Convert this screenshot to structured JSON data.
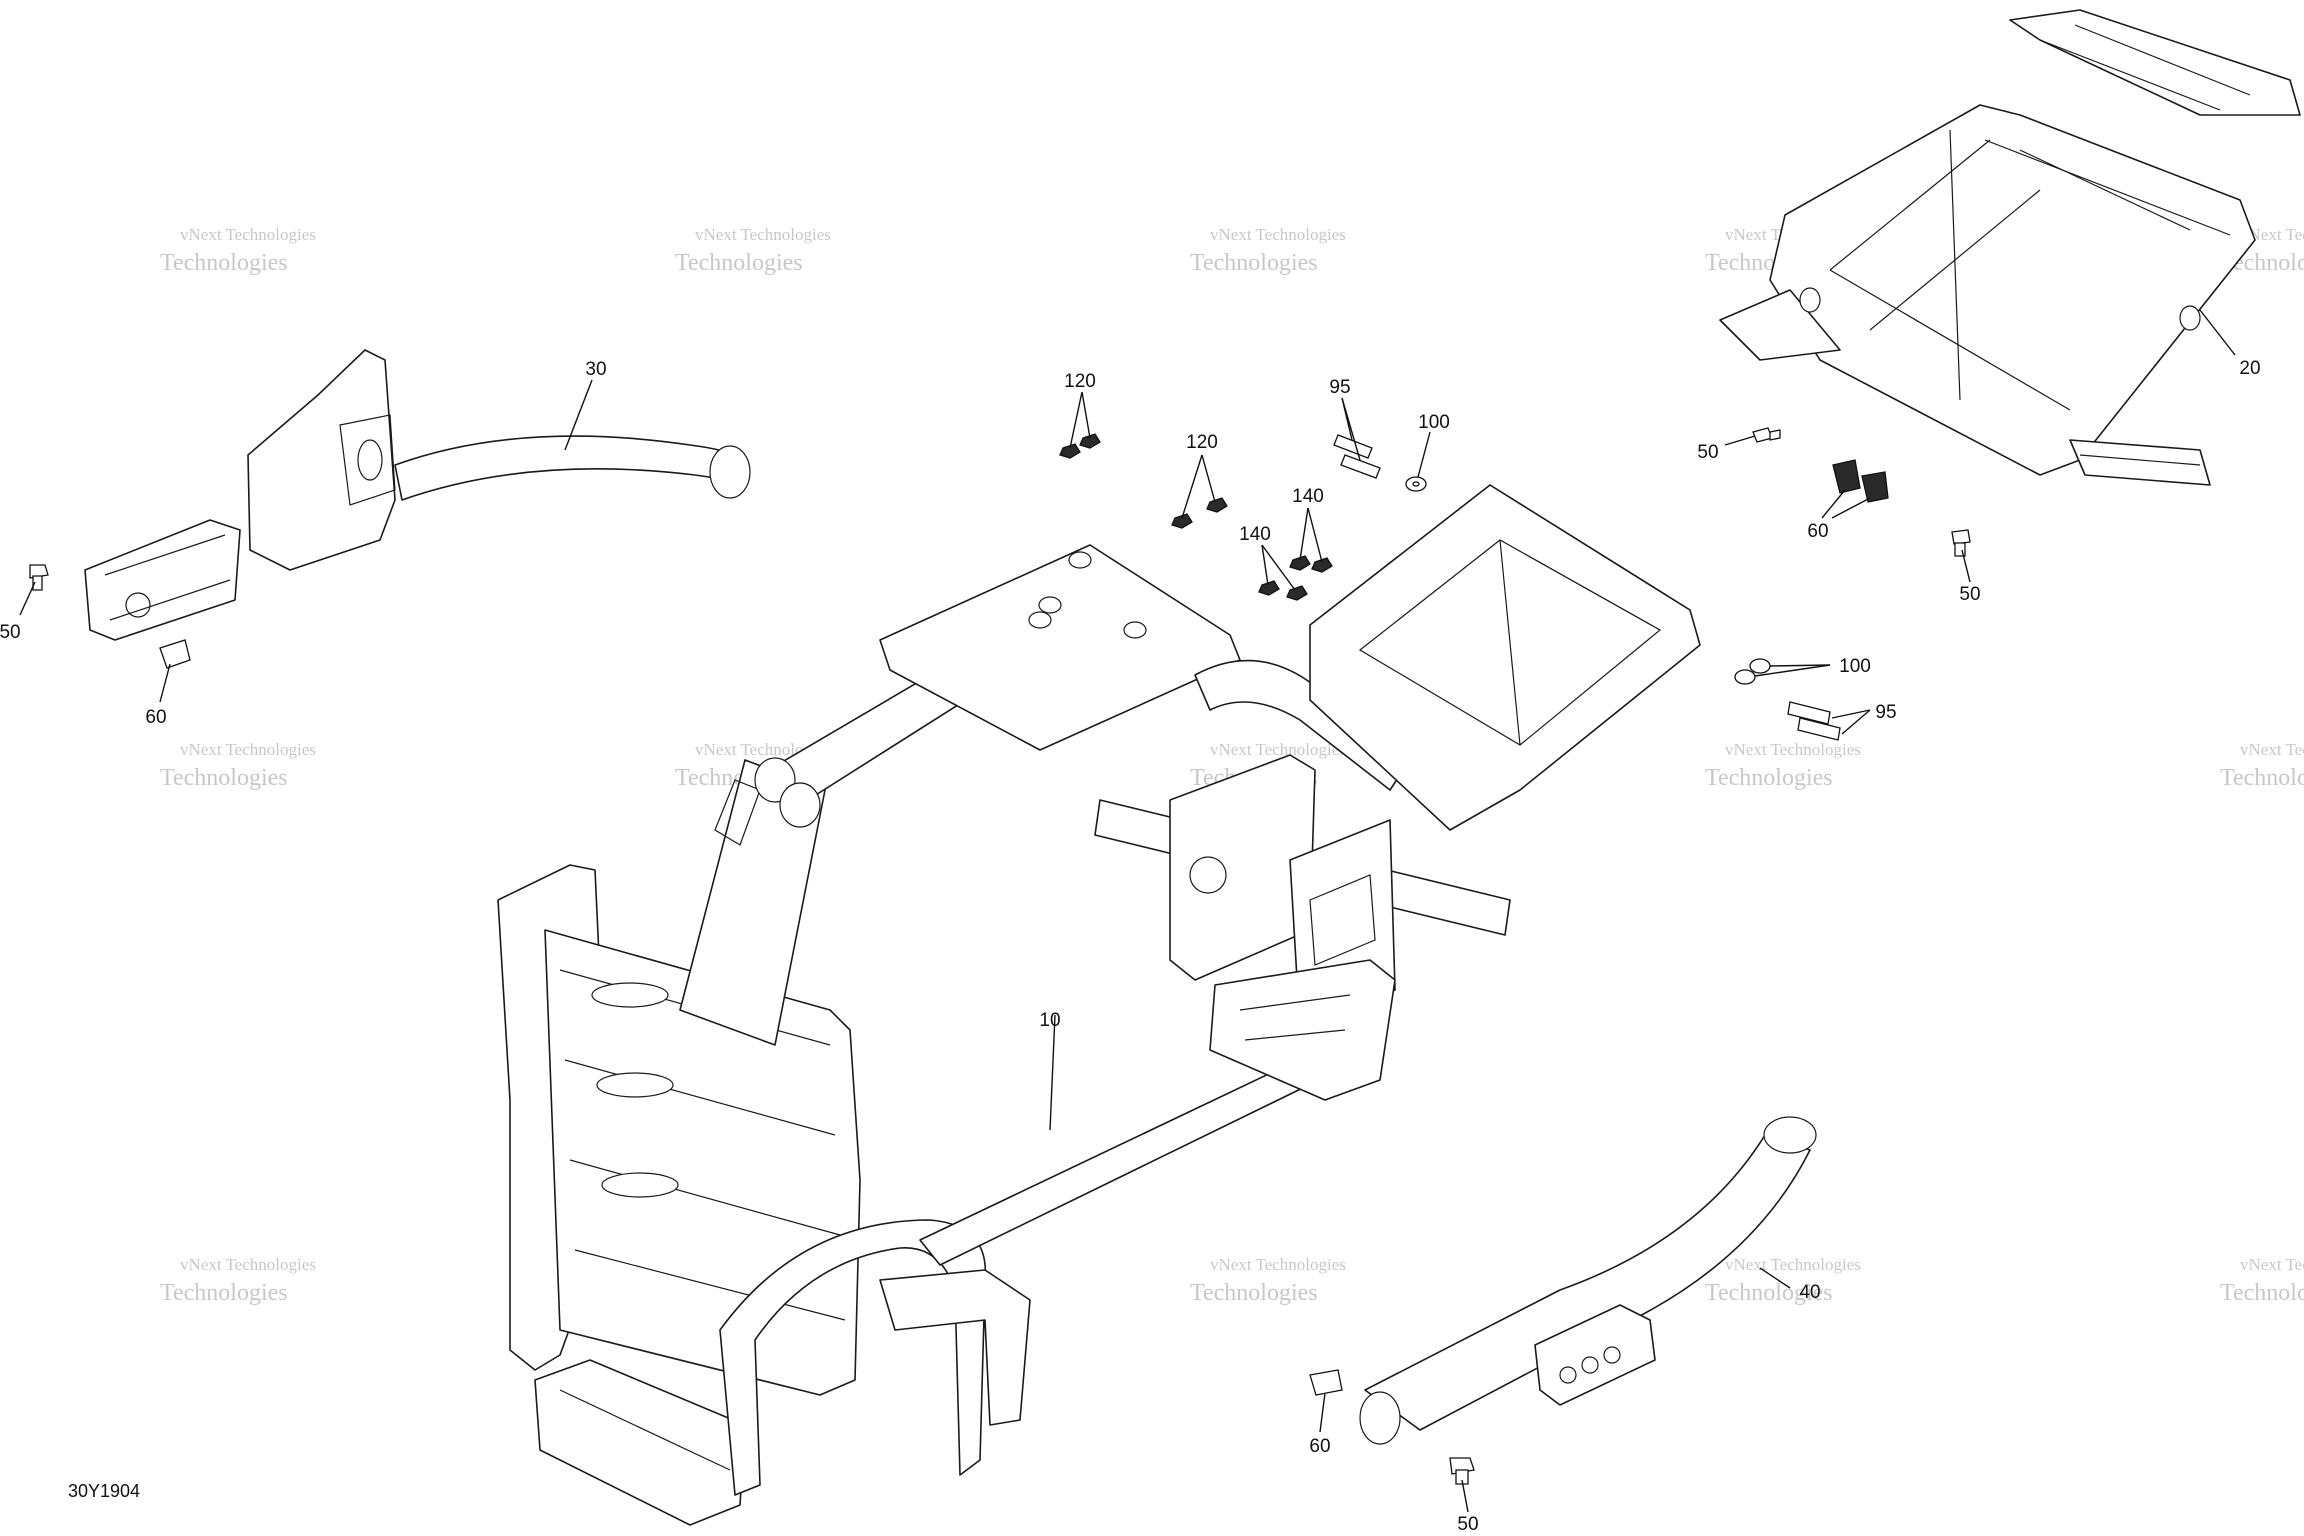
{
  "diagram_id": "30Y1904",
  "watermark": {
    "line1": "vNext Technologies",
    "line2": "Technologies"
  },
  "callouts": {
    "c10": "10",
    "c20": "20",
    "c30": "30",
    "c40": "40",
    "c50_left": "50",
    "c50_top_right": "50",
    "c50_right": "50",
    "c50_bottom": "50",
    "c60_left": "60",
    "c60_top_right": "60",
    "c60_bottom": "60",
    "c95_top": "95",
    "c95_right": "95",
    "c100_top": "100",
    "c100_right": "100",
    "c120_a": "120",
    "c120_b": "120",
    "c140_a": "140",
    "c140_b": "140"
  },
  "colors": {
    "ink": "#111111",
    "watermark": "#9a9a9a",
    "background": "#ffffff"
  }
}
